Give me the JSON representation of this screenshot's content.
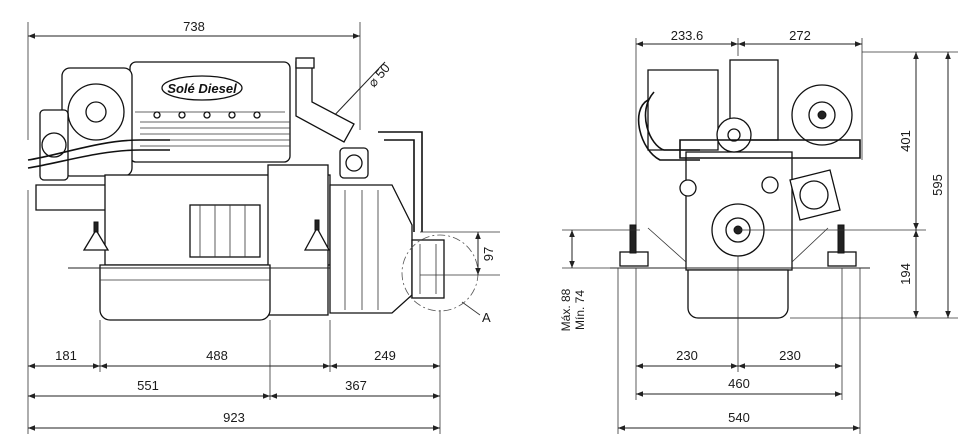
{
  "logo": "Solé Diesel",
  "side_view": {
    "dims_top": {
      "overall_length": "738"
    },
    "pipe_diameter": "⌀ 50",
    "height_97": "97",
    "detail_label": "A",
    "dims_bottom_row1": [
      "181",
      "488",
      "249"
    ],
    "dims_bottom_row2": [
      "551",
      "367"
    ],
    "dims_bottom_row3": "923"
  },
  "front_view": {
    "dims_top": [
      "233.6",
      "272"
    ],
    "dims_right": [
      "401",
      "595",
      "194"
    ],
    "dims_left": [
      "Máx. 88",
      "Mín. 74"
    ],
    "dims_bottom_row1": [
      "230",
      "230"
    ],
    "dims_bottom_row2": "460",
    "dims_bottom_row3": "540"
  },
  "colors": {
    "line": "#222222",
    "background": "#ffffff"
  }
}
